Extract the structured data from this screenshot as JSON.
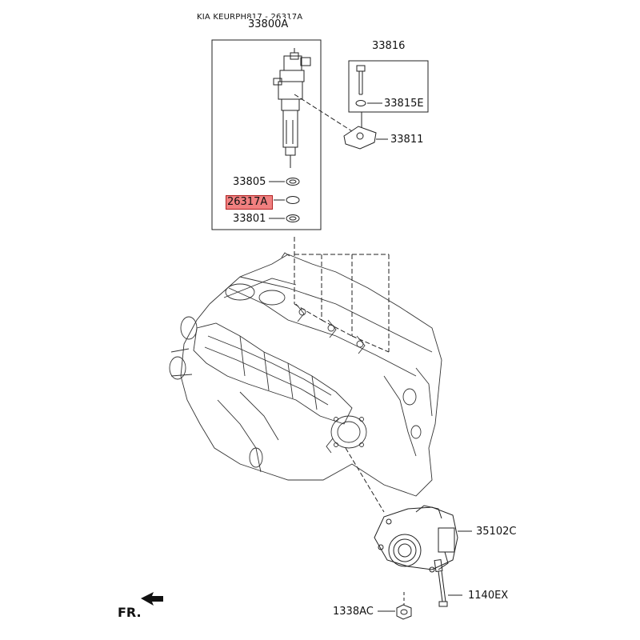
{
  "header": {
    "text": "KIA KEURPH817 - 26317A"
  },
  "labels": {
    "p33800A": "33800A",
    "p33816": "33816",
    "p33815E": "33815E",
    "p33811": "33811",
    "p33805": "33805",
    "p26317A": "26317A",
    "p33801": "33801",
    "p35102C": "35102C",
    "p1140EX": "1140EX",
    "p1338AC": "1338AC"
  },
  "direction": {
    "text": "FR."
  },
  "colors": {
    "highlight": "#f08080",
    "line": "#222222"
  }
}
